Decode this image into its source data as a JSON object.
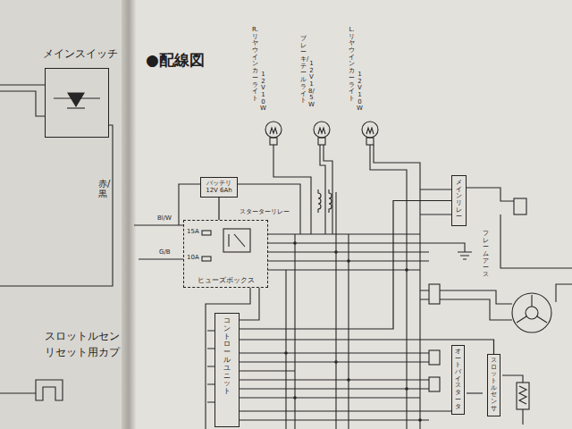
{
  "diagram": {
    "title": "●配線図",
    "nodes": [
      {
        "text": [
          "メインスイッチ"
        ]
      },
      {
        "text": [
          "バッテリ",
          "12V 6Ah"
        ]
      },
      {
        "text": [
          "ヒューズボックス"
        ]
      },
      {
        "text": [
          "メインリレー"
        ]
      },
      {
        "text": [
          "コントロールユニット"
        ]
      },
      {
        "text": [
          "スロットル センサ"
        ]
      },
      {
        "text": [
          "オート バイスタータ"
        ]
      }
    ],
    "edges": [
      {
        "from": 1,
        "to": 2,
        "arrow": "none"
      },
      {
        "from": 3,
        "to": 4,
        "arrow": "none"
      },
      {
        "from": 4,
        "to": 5,
        "arrow": "none"
      },
      {
        "from": 4,
        "to": 6,
        "arrow": "none"
      }
    ],
    "labels": [
      "R.リヤウインカーライト",
      "12V10W",
      "ブレーキ/テールライト",
      "12V18/5W",
      "L.リヤウインカーライト",
      "12V10W",
      "スターターリレー",
      "Bl/W",
      "G/B",
      "15A",
      "10A",
      "フレーム アース",
      "赤/黒",
      "スロットルセン",
      "リセット用カプ"
    ]
  }
}
